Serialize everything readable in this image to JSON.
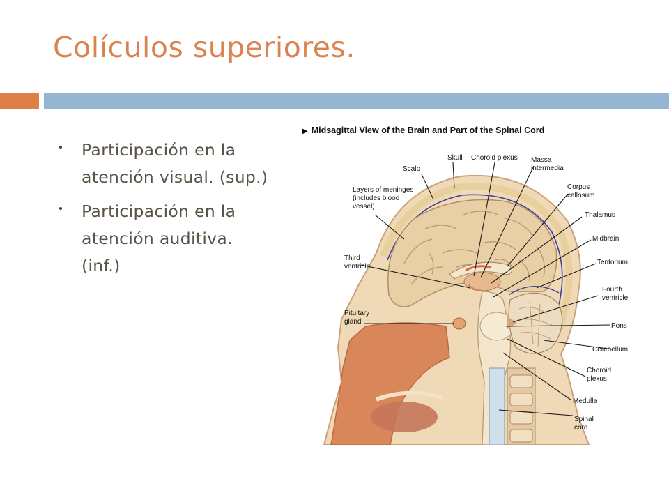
{
  "slide": {
    "title": "Colículos superiores.",
    "accent_color": "#DD8047",
    "bar_color": "#94B6D2"
  },
  "bullets": [
    {
      "text": "Participación en la\natención visual. (sup.)"
    },
    {
      "text": "Participación en la\natención auditiva.\n(inf.)"
    }
  ],
  "figure": {
    "title": "Midsagittal View of the Brain and Part of the Spinal Cord",
    "arrow_icon": "triangle-right-icon",
    "labels": {
      "skull": "Skull",
      "choroid_plexus_top": "Choroid plexus",
      "scalp": "Scalp",
      "massa": [
        "Massa",
        "intermedia"
      ],
      "meninges": [
        "Layers of meninges",
        "(includes blood",
        "vessel)"
      ],
      "corpus": [
        "Corpus",
        "callosum"
      ],
      "thalamus": "Thalamus",
      "midbrain": "Midbrain",
      "third_ventricle": [
        "Third",
        "ventricle"
      ],
      "tentorium": "Tentorium",
      "fourth_ventricle": [
        "Fourth",
        "ventricle"
      ],
      "pituitary": [
        "Pituitary",
        "gland"
      ],
      "pons": "Pons",
      "cerebellum": "Cerebellum",
      "choroid_plexus_bottom": [
        "Choroid",
        "plexus"
      ],
      "medulla": "Medulla",
      "spinal_cord": [
        "Spinal",
        "cord"
      ]
    }
  }
}
